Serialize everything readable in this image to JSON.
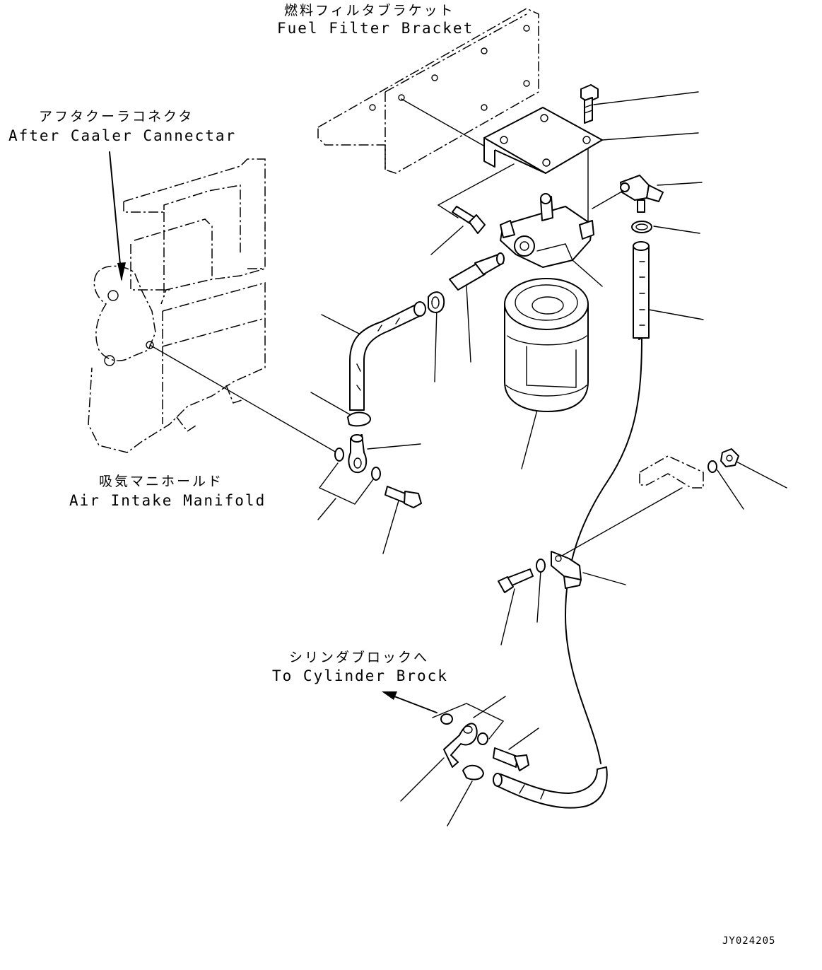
{
  "labels": {
    "fuel_filter_bracket": {
      "jp": "燃料フィルタブラケット",
      "en": "Fuel Filter Bracket"
    },
    "after_cooler_connector": {
      "jp": "アフタクーラコネクタ",
      "en": "After Caaler Cannectar"
    },
    "air_intake_manifold": {
      "jp": "吸気マニホールド",
      "en": "Air Intake Manifold"
    },
    "to_cylinder_block": {
      "jp": "シリンダブロックへ",
      "en": "To Cylinder Brock"
    }
  },
  "drawing_number": "JY024205",
  "colors": {
    "line": "#000000",
    "background": "#ffffff"
  }
}
